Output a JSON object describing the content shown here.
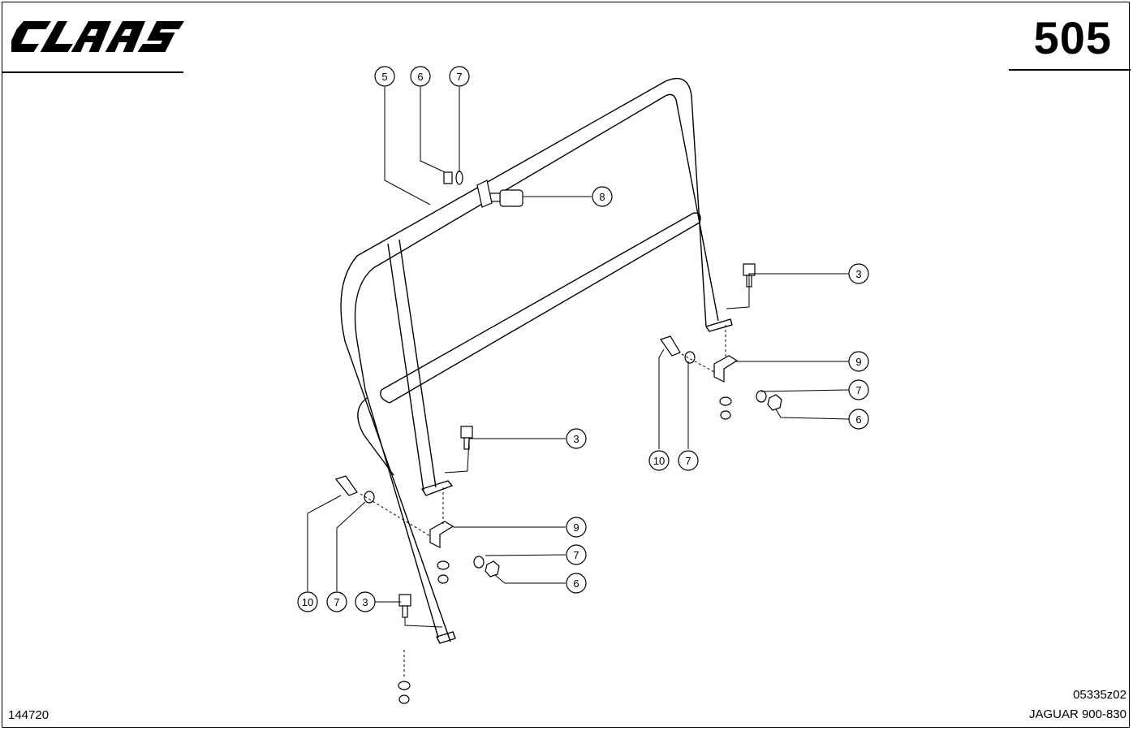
{
  "header": {
    "brand": "CLAAS",
    "page_number": "505"
  },
  "footer": {
    "doc_number": "144720",
    "drawing_code": "05335z02",
    "model": "JAGUAR 900-830"
  },
  "callouts": [
    {
      "id": "c5",
      "label": "5"
    },
    {
      "id": "c6a",
      "label": "6"
    },
    {
      "id": "c7a",
      "label": "7"
    },
    {
      "id": "c8",
      "label": "8"
    },
    {
      "id": "c3a",
      "label": "3"
    },
    {
      "id": "c9a",
      "label": "9"
    },
    {
      "id": "c7b",
      "label": "7"
    },
    {
      "id": "c6b",
      "label": "6"
    },
    {
      "id": "c10a",
      "label": "10"
    },
    {
      "id": "c7c",
      "label": "7"
    },
    {
      "id": "c3b",
      "label": "3"
    },
    {
      "id": "c9b",
      "label": "9"
    },
    {
      "id": "c7d",
      "label": "7"
    },
    {
      "id": "c6c",
      "label": "6"
    },
    {
      "id": "c10b",
      "label": "10"
    },
    {
      "id": "c7e",
      "label": "7"
    },
    {
      "id": "c3c",
      "label": "3"
    }
  ]
}
